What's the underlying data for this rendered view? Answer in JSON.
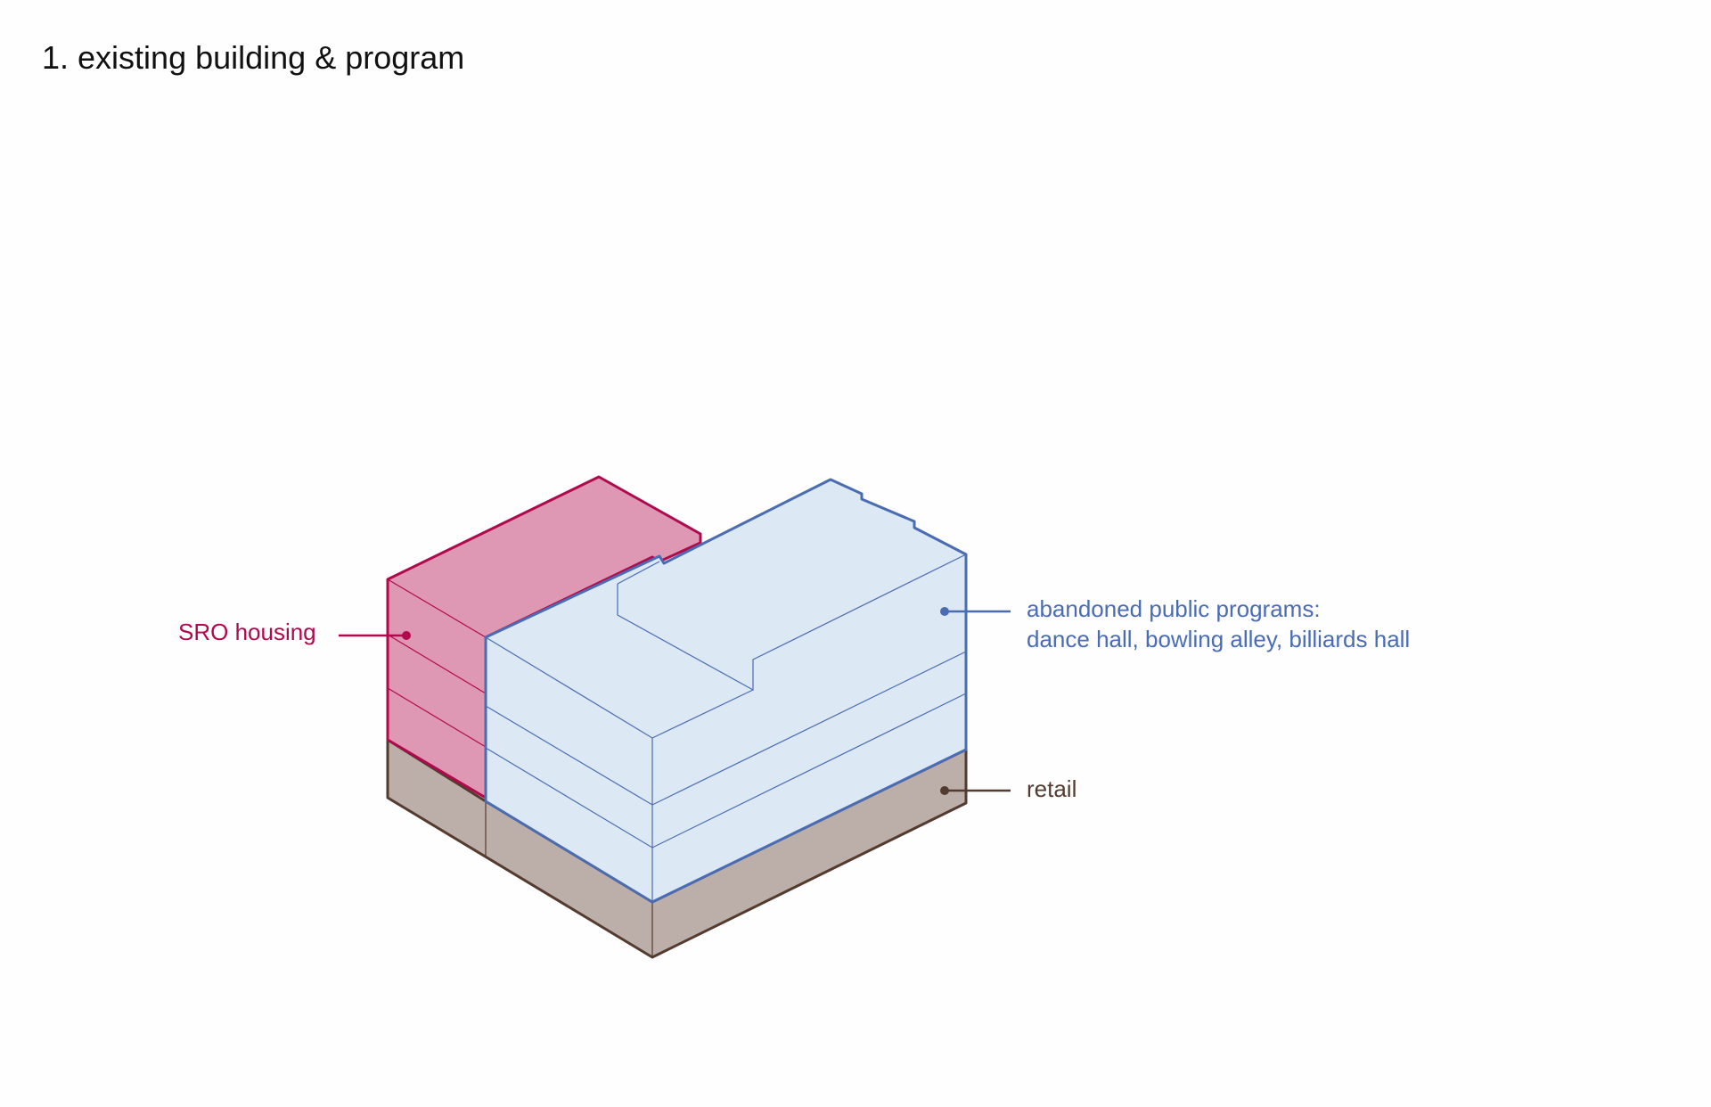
{
  "title": "1. existing building & program",
  "labels": {
    "sro": "SRO housing",
    "public_line1": "abandoned public programs:",
    "public_line2": "dance hall, bowling alley, billiards hall",
    "retail": "retail"
  },
  "colors": {
    "sro_stroke": "#b0094e",
    "sro_fill": "#df98b3",
    "public_stroke": "#4a6cb3",
    "public_fill": "#dce8f4",
    "retail_stroke": "#533b30",
    "retail_fill": "#bcaea9",
    "title": "#111111"
  }
}
